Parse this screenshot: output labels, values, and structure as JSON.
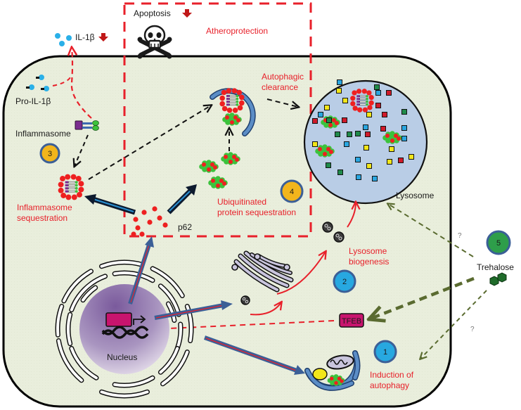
{
  "figure": {
    "title": "Trehalose-induced autophagy and atheroprotection in macrophages",
    "colors": {
      "cell_fill": "#e9eedc",
      "cell_border": "#000000",
      "red_label": "#e8202a",
      "lysosome_fill": "#b9cde6",
      "step_yellow": "#f2b51c",
      "step_blue": "#27a8e0",
      "step_green": "#2e9e4a",
      "step_ring": "#3b5f97",
      "tfeb_fill": "#c8146e",
      "nucleus_fill": "#8a6aa8",
      "trehalose": "#1f6b2a",
      "il1b": "#2ab0e8",
      "p62": "#ee2020",
      "ubiquitin": "#3cc23c"
    }
  },
  "labels": {
    "apoptosis": "Apoptosis",
    "atheroprotection": "Atheroprotection",
    "il1b": "IL-1β",
    "pro_il1b": "Pro-IL-1β",
    "inflammasome": "Inflammasome",
    "inflammasome_sequestration_1": "Inflammasome",
    "inflammasome_sequestration_2": "sequestration",
    "autophagic_clearance_1": "Autophagic",
    "autophagic_clearance_2": "clearance",
    "ubiquitinated_1": "Ubiquitinated",
    "ubiquitinated_2": "protein sequestration",
    "p62": "p62",
    "lysosome": "Lysosome",
    "lysosome_biogenesis_1": "Lysosome",
    "lysosome_biogenesis_2": "biogenesis",
    "trehalose": "Trehalose",
    "tfeb": "TFEB",
    "nucleus": "Nucleus",
    "induction_1": "Induction of",
    "induction_2": "autophagy",
    "question_1": "?",
    "question_2": "?"
  },
  "steps": [
    {
      "number": "1",
      "meaning": "Induction of autophagy"
    },
    {
      "number": "2",
      "meaning": "Lysosome biogenesis"
    },
    {
      "number": "3",
      "meaning": "Inflammasome sequestration"
    },
    {
      "number": "4",
      "meaning": "Ubiquitinated protein sequestration"
    },
    {
      "number": "5",
      "meaning": "Trehalose"
    }
  ],
  "indicators": {
    "apoptosis_trend": "down",
    "il1b_trend": "down"
  }
}
